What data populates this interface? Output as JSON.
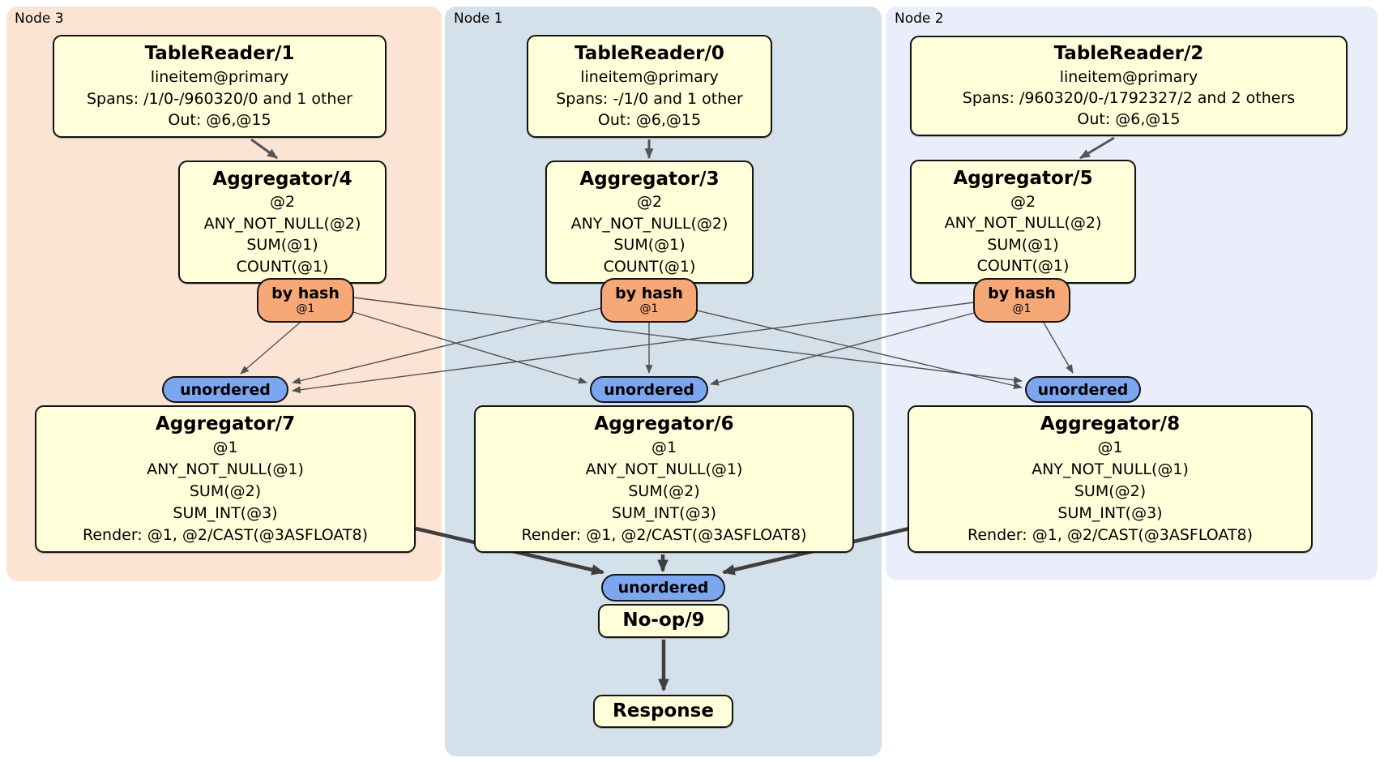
{
  "panels": [
    {
      "label": "Node 3"
    },
    {
      "label": "Node 1"
    },
    {
      "label": "Node 2"
    }
  ],
  "processors": {
    "tablereader1": {
      "title": "TableReader/1",
      "lines": [
        "lineitem@primary",
        "Spans: /1/0-/960320/0 and 1 other",
        "Out: @6,@15"
      ]
    },
    "tablereader0": {
      "title": "TableReader/0",
      "lines": [
        "lineitem@primary",
        "Spans: -/1/0 and 1 other",
        "Out: @6,@15"
      ]
    },
    "tablereader2": {
      "title": "TableReader/2",
      "lines": [
        "lineitem@primary",
        "Spans: /960320/0-/1792327/2 and 2 others",
        "Out: @6,@15"
      ]
    },
    "aggregator4": {
      "title": "Aggregator/4",
      "lines": [
        "@2",
        "ANY_NOT_NULL(@2)",
        "SUM(@1)",
        "COUNT(@1)"
      ]
    },
    "aggregator3": {
      "title": "Aggregator/3",
      "lines": [
        "@2",
        "ANY_NOT_NULL(@2)",
        "SUM(@1)",
        "COUNT(@1)"
      ]
    },
    "aggregator5": {
      "title": "Aggregator/5",
      "lines": [
        "@2",
        "ANY_NOT_NULL(@2)",
        "SUM(@1)",
        "COUNT(@1)"
      ]
    },
    "aggregator7": {
      "title": "Aggregator/7",
      "lines": [
        "@1",
        "ANY_NOT_NULL(@1)",
        "SUM(@2)",
        "SUM_INT(@3)",
        "Render: @1, @2/CAST(@3ASFLOAT8)"
      ]
    },
    "aggregator6": {
      "title": "Aggregator/6",
      "lines": [
        "@1",
        "ANY_NOT_NULL(@1)",
        "SUM(@2)",
        "SUM_INT(@3)",
        "Render: @1, @2/CAST(@3ASFLOAT8)"
      ]
    },
    "aggregator8": {
      "title": "Aggregator/8",
      "lines": [
        "@1",
        "ANY_NOT_NULL(@1)",
        "SUM(@2)",
        "SUM_INT(@3)",
        "Render: @1, @2/CAST(@3ASFLOAT8)"
      ]
    },
    "noop": {
      "title": "No-op/9"
    },
    "response": {
      "title": "Response"
    }
  },
  "routers": {
    "by_hash_label": "by hash",
    "by_hash_detail": "@1",
    "unordered_label": "unordered"
  },
  "colors": {
    "node3_panel": "#fce4d4",
    "node1_panel": "#d5e1ea",
    "node2_panel": "#e9eefa",
    "processor_fill": "#ffffd9",
    "processor_border": "#141414",
    "hash_router_fill": "#f6a877",
    "unordered_fill": "#7da6f0",
    "edge_thin": "#525252",
    "edge_thick": "#3f3f3f"
  }
}
